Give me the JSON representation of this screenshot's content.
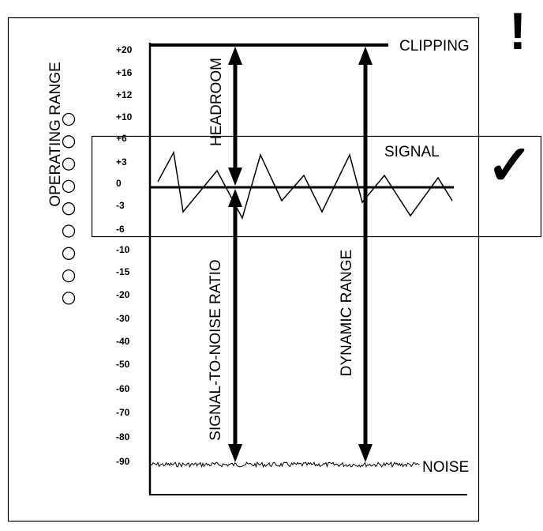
{
  "labels": {
    "operating_range": "OPERATING RANGE",
    "clipping": "CLIPPING",
    "headroom": "HEADROOM",
    "signal": "SIGNAL",
    "snr": "SIGNAL-TO-NOISE RATIO",
    "dynamic_range": "DYNAMIC RANGE",
    "noise": "NOISE",
    "warning_mark": "!",
    "check_mark": "✓"
  },
  "scale_ticks": [
    "+20",
    "+16",
    "+12",
    "+10",
    "+6",
    "+3",
    "0",
    "-3",
    "-6",
    "-10",
    "-15",
    "-20",
    "-30",
    "-40",
    "-50",
    "-60",
    "-70",
    "-80",
    "-90"
  ],
  "operating_led_count": 9,
  "colors": {
    "ink": "#000000",
    "background": "#ffffff"
  }
}
